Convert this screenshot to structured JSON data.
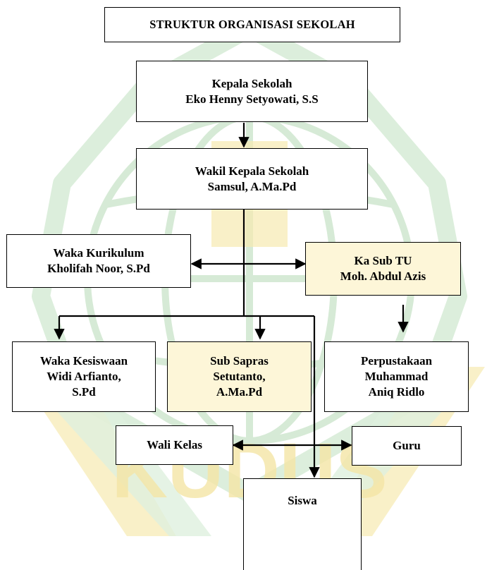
{
  "title": "STRUKTUR ORGANISASI SEKOLAH",
  "nodes": {
    "kepala_sekolah": {
      "role": "Kepala Sekolah",
      "name": "Eko Henny Setyowati, S.S"
    },
    "wakil_kepala": {
      "role": "Wakil Kepala Sekolah",
      "name": "Samsul, A.Ma.Pd"
    },
    "waka_kurikulum": {
      "role": "Waka Kurikulum",
      "name": "Kholifah Noor, S.Pd"
    },
    "ka_sub_tu": {
      "role": "Ka Sub TU",
      "name": "Moh. Abdul Azis"
    },
    "waka_kesiswaan": {
      "role": "Waka Kesiswaan",
      "name_line1": "Widi Arfianto,",
      "name_line2": "S.Pd"
    },
    "sub_sapras": {
      "role": "Sub Sapras",
      "name_line1": "Setutanto,",
      "name_line2": "A.Ma.Pd"
    },
    "perpustakaan": {
      "role": "Perpustakaan",
      "name_line1": "Muhammad",
      "name_line2": "Aniq Ridlo"
    },
    "wali_kelas": {
      "label": "Wali Kelas"
    },
    "guru": {
      "label": "Guru"
    },
    "siswa": {
      "label": "Siswa"
    }
  },
  "watermark": {
    "text": "KUDUS",
    "colors": {
      "green": "#cfe8d0",
      "gold": "#f2dc8a"
    }
  }
}
